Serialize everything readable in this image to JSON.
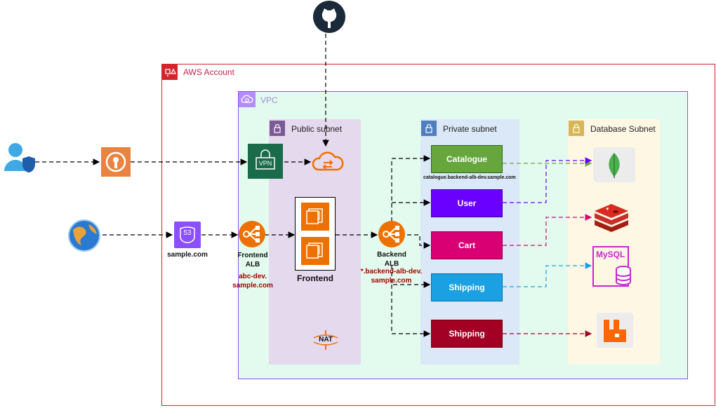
{
  "account": {
    "label": "AWS Account"
  },
  "vpc": {
    "label": "VPC"
  },
  "subnets": {
    "public": "Public subnet",
    "private": "Private subnet",
    "database": "Database Subnet"
  },
  "vpn": {
    "label": "VPN"
  },
  "route53": {
    "badge": "53",
    "domain": "sample.com"
  },
  "frontend_alb": {
    "label": "Frontend\nALB",
    "host": "abc-dev.\nsample.com"
  },
  "frontend": {
    "label": "Frontend"
  },
  "backend_alb": {
    "label": "Backend\nALB",
    "host": "*.backend-alb-dev.\nsample.com"
  },
  "nat": {
    "label": "NAT"
  },
  "services": {
    "catalogue": "Catalogue",
    "catalogue_host": "catalogue.backend-alb-dev.sample.com",
    "user": "User",
    "cart": "Cart",
    "shipping1": "Shipping",
    "shipping2": "Shipping"
  },
  "databases": {
    "mysql": "MySQL"
  },
  "colors": {
    "account": "#d6242d",
    "vpc": "#8c4fff",
    "alb": "#ed7100",
    "green": "#67a63c",
    "purple": "#6a00ff",
    "pink": "#d80073",
    "blue": "#1ba1e2",
    "darkred": "#a20025"
  }
}
